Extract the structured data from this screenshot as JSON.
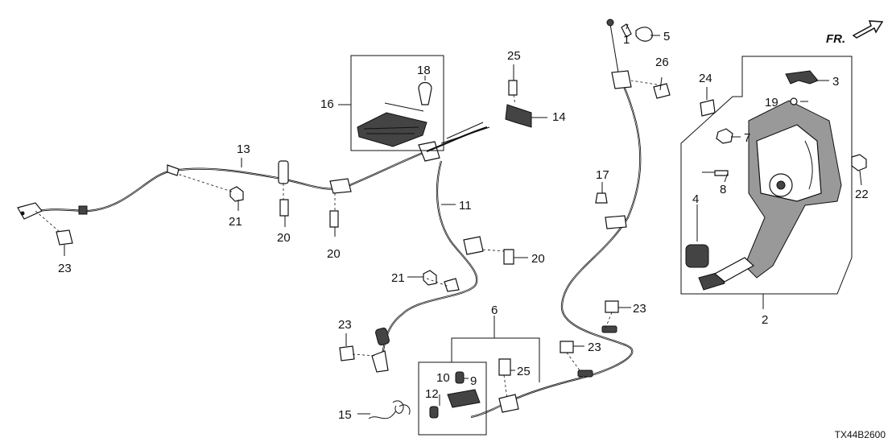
{
  "direction_label": "FR.",
  "drawing_code": "TX44B2600",
  "callouts": {
    "c1": "1",
    "c2": "2",
    "c3": "3",
    "c4": "4",
    "c5": "5",
    "c6": "6",
    "c7": "7",
    "c8": "8",
    "c9": "9",
    "c10": "10",
    "c11": "11",
    "c12": "12",
    "c13": "13",
    "c14": "14",
    "c15": "15",
    "c16": "16",
    "c17": "17",
    "c18": "18",
    "c19": "19",
    "c20a": "20",
    "c20b": "20",
    "c20c": "20",
    "c21a": "21",
    "c21b": "21",
    "c22": "22",
    "c23a": "23",
    "c23b": "23",
    "c23c": "23",
    "c23d": "23",
    "c24": "24",
    "c25a": "25",
    "c25b": "25",
    "c26": "26"
  }
}
